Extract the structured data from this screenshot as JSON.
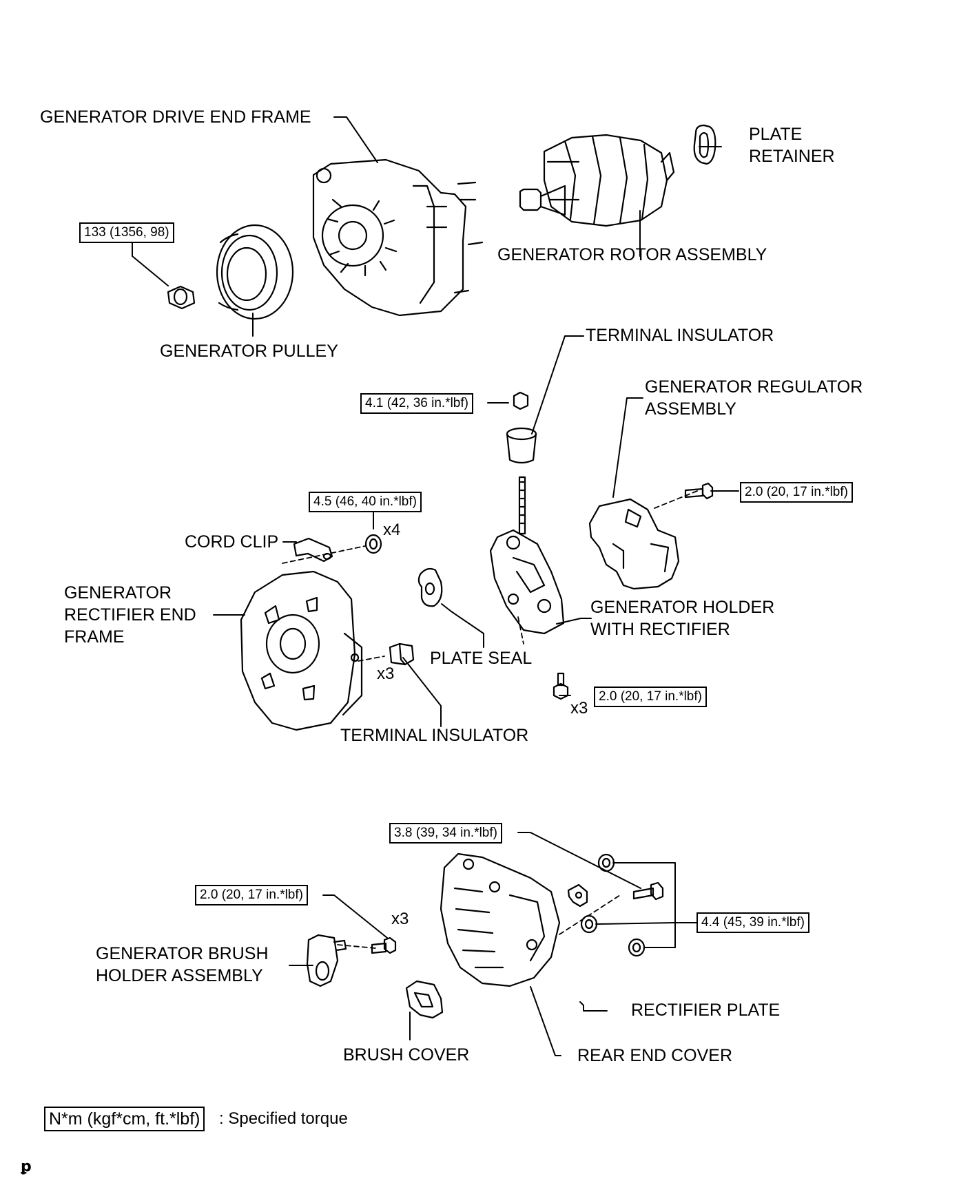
{
  "labels": {
    "generator_drive_end_frame": "GENERATOR DRIVE END FRAME",
    "plate_retainer_l1": "PLATE",
    "plate_retainer_l2": "RETAINER",
    "generator_rotor_assembly": "GENERATOR ROTOR ASSEMBLY",
    "generator_pulley": "GENERATOR PULLEY",
    "terminal_insulator_top": "TERMINAL INSULATOR",
    "generator_regulator_l1": "GENERATOR REGULATOR",
    "generator_regulator_l2": "ASSEMBLY",
    "cord_clip": "CORD CLIP",
    "rectifier_end_frame_l1": "GENERATOR",
    "rectifier_end_frame_l2": "RECTIFIER END",
    "rectifier_end_frame_l3": "FRAME",
    "generator_holder_l1": "GENERATOR HOLDER",
    "generator_holder_l2": "WITH RECTIFIER",
    "plate_seal": "PLATE SEAL",
    "terminal_insulator_bottom": "TERMINAL INSULATOR",
    "brush_holder_l1": "GENERATOR BRUSH",
    "brush_holder_l2": "HOLDER ASSEMBLY",
    "rectifier_plate": "RECTIFIER PLATE",
    "brush_cover": "BRUSH COVER",
    "rear_end_cover": "REAR END COVER"
  },
  "torques": {
    "pulley_nut": "133 (1356, 98)",
    "terminal_nut": "4.1 (42, 36 in.*lbf)",
    "regulator_screw": "2.0 (20, 17 in.*lbf)",
    "end_frame_nut": "4.5 (46, 40 in.*lbf)",
    "holder_screw": "2.0 (20, 17 in.*lbf)",
    "rear_cover_bolt": "3.8 (39, 34 in.*lbf)",
    "brush_holder_screw": "2.0 (20, 17 in.*lbf)",
    "rear_cover_nuts": "4.4 (45, 39 in.*lbf)"
  },
  "quantities": {
    "end_frame_nuts": "x4",
    "terminal_insulators": "x3",
    "holder_screws": "x3",
    "brush_holder_screws": "x3"
  },
  "legend": {
    "unit_box": "N*m (kgf*cm, ft.*lbf)",
    "description": ": Specified torque"
  },
  "corner_mark": "ꝑ"
}
